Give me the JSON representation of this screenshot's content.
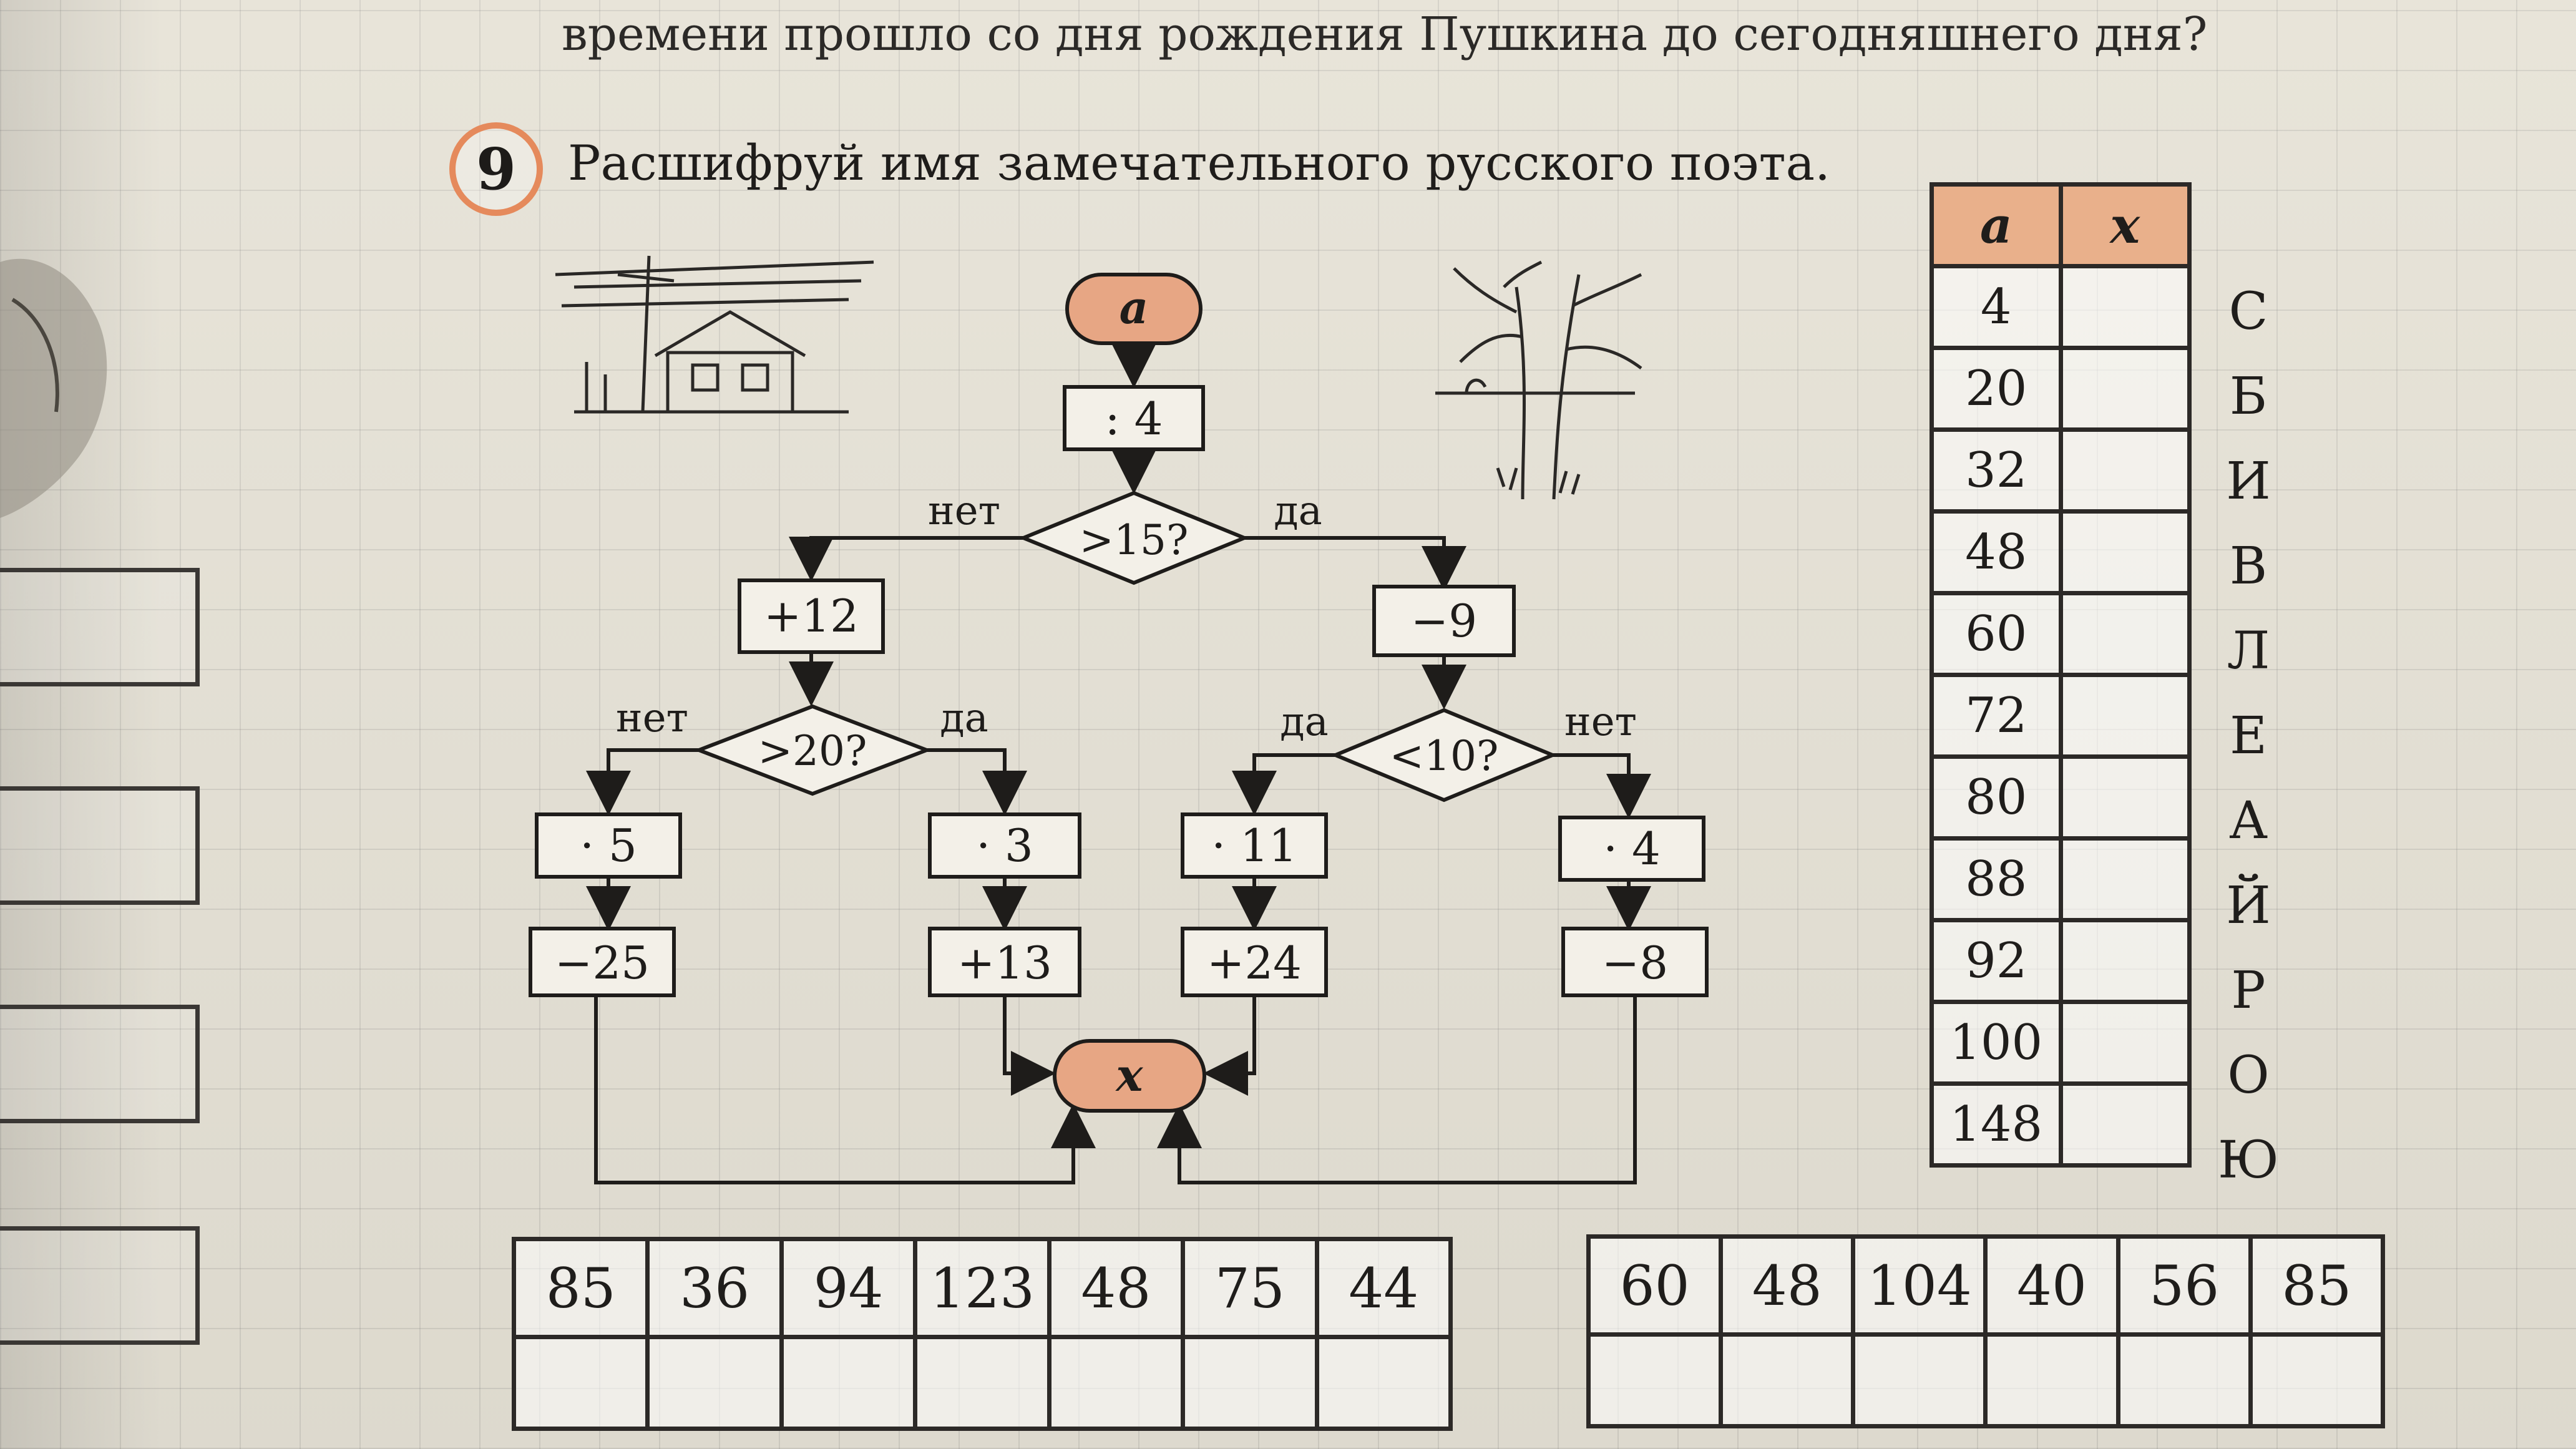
{
  "top_text": "времени прошло со дня рождения Пушкина до сегодняшнего дня?",
  "task": {
    "number": "9",
    "title": "Расшифруй имя замечательного русского поэта."
  },
  "flowchart": {
    "start": "a",
    "end": "x",
    "divide": ": 4",
    "cond_main": ">15?",
    "no_label": "нет",
    "yes_label": "да",
    "left_add": "+12",
    "left_cond": ">20?",
    "right_sub": "−9",
    "right_cond": "<10?",
    "b1_mul": "· 5",
    "b1_add": "−25",
    "b2_mul": "· 3",
    "b2_add": "+13",
    "b3_mul": "· 11",
    "b3_add": "+24",
    "b4_mul": "· 4",
    "b4_add": "−8"
  },
  "side_table": {
    "header_a": "a",
    "header_x": "x",
    "rows": [
      {
        "a": "4",
        "letter": "С"
      },
      {
        "a": "20",
        "letter": "Б"
      },
      {
        "a": "32",
        "letter": "И"
      },
      {
        "a": "48",
        "letter": "В"
      },
      {
        "a": "60",
        "letter": "Л"
      },
      {
        "a": "72",
        "letter": "Е"
      },
      {
        "a": "80",
        "letter": "А"
      },
      {
        "a": "88",
        "letter": "Й"
      },
      {
        "a": "92",
        "letter": "Р"
      },
      {
        "a": "100",
        "letter": "О"
      },
      {
        "a": "148",
        "letter": "Ю"
      }
    ]
  },
  "answer_tables": [
    {
      "values": [
        "85",
        "36",
        "94",
        "123",
        "48",
        "75",
        "44"
      ]
    },
    {
      "values": [
        "60",
        "48",
        "104",
        "40",
        "56",
        "85"
      ]
    }
  ]
}
